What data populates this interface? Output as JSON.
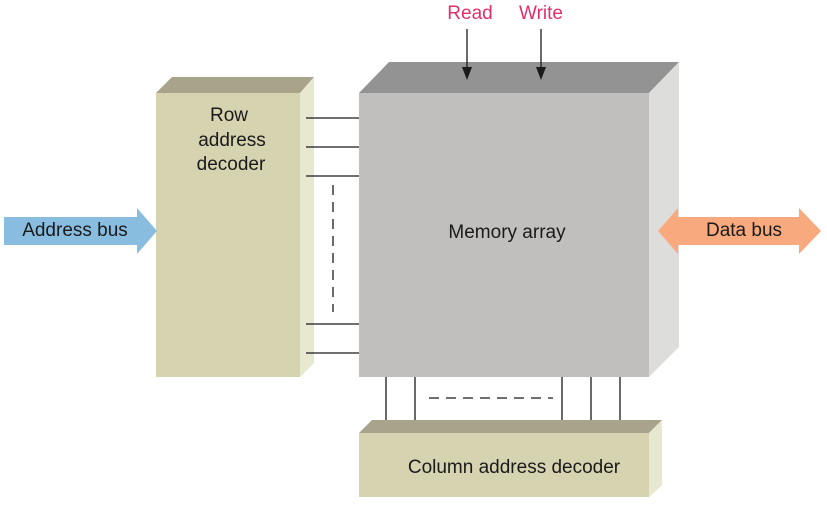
{
  "diagram": {
    "title": "",
    "signals": {
      "read": "Read",
      "write": "Write"
    },
    "blocks": {
      "row_decoder": {
        "lines": [
          "Row",
          "address",
          "decoder"
        ]
      },
      "memory_array": {
        "label": "Memory array"
      },
      "column_decoder": {
        "label": "Column address decoder"
      }
    },
    "buses": {
      "address_bus": {
        "label": "Address bus",
        "direction": "in"
      },
      "data_bus": {
        "label": "Data bus",
        "direction": "bidirectional"
      }
    },
    "colors": {
      "signal_text": "#e0306a",
      "decoder_front": "#d6d3b0",
      "decoder_top": "#a8a48b",
      "decoder_side": "#e8e7cf",
      "array_front": "#c0bfbe",
      "array_top": "#939393",
      "array_side": "#dddddc",
      "address_bus": "#89bde0",
      "data_bus": "#f8aa7e"
    }
  }
}
